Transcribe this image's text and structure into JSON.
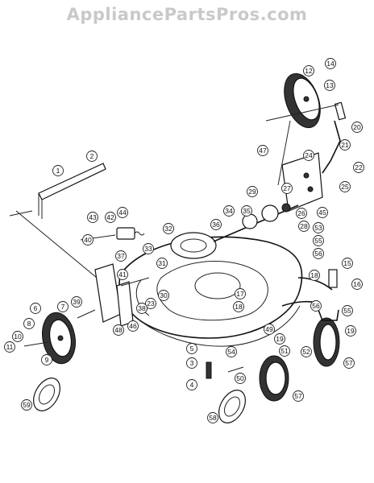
{
  "watermark": "AppliancePartsPros.com",
  "callouts": [
    "1",
    "2",
    "3",
    "4",
    "5",
    "6",
    "7",
    "8",
    "9",
    "10",
    "11",
    "12",
    "13",
    "14",
    "15",
    "16",
    "17",
    "18",
    "18",
    "19",
    "19",
    "20",
    "21",
    "22",
    "23",
    "24",
    "25",
    "26",
    "27",
    "28",
    "29",
    "30",
    "31",
    "32",
    "33",
    "34",
    "35",
    "36",
    "37",
    "38",
    "39",
    "40",
    "41",
    "42",
    "43",
    "44",
    "45",
    "46",
    "47",
    "48",
    "49",
    "50",
    "51",
    "52",
    "53",
    "54",
    "55",
    "55",
    "56",
    "56",
    "57",
    "57",
    "58",
    "59"
  ]
}
